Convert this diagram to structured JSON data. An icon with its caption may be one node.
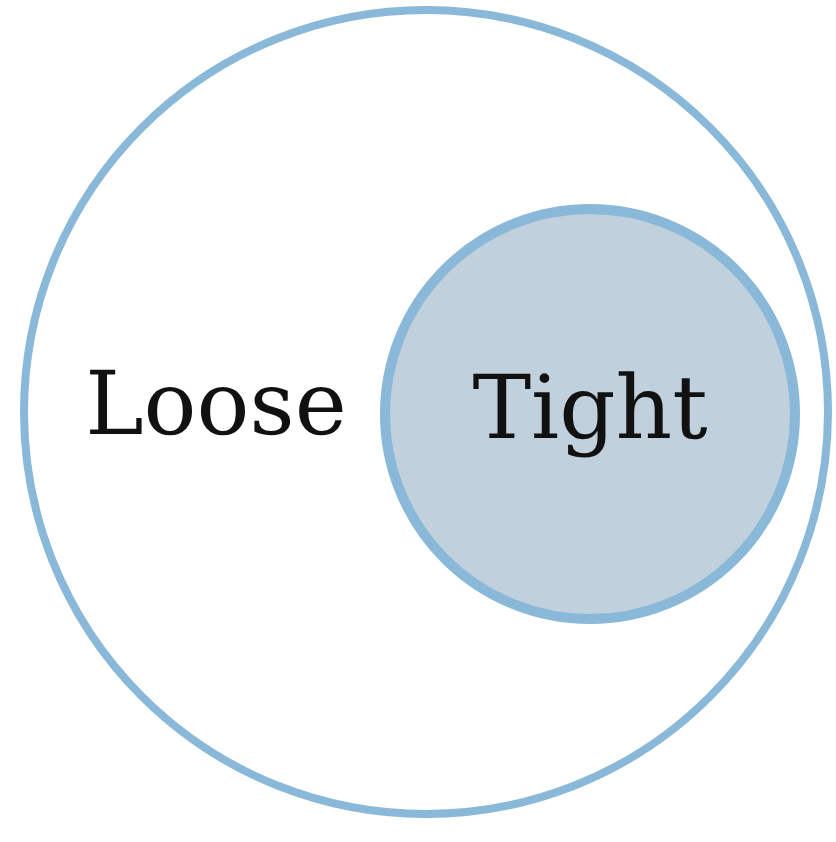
{
  "diagram": {
    "nodes": [
      {
        "text": [
          "Loose"
        ]
      },
      {
        "text": [
          "Tight"
        ],
        "in": 0
      }
    ]
  }
}
